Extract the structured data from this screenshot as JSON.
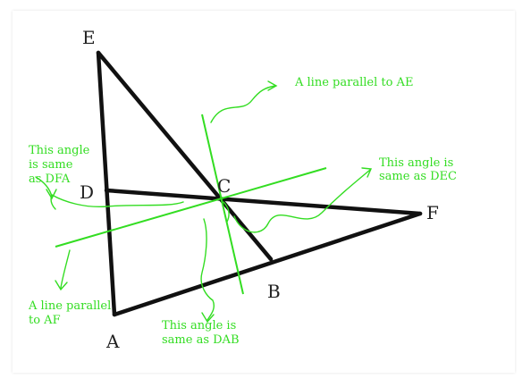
{
  "colors": {
    "figure": "#111111",
    "annotation": "#33dd22",
    "label": "#222222"
  },
  "points": {
    "E": "E",
    "D": "D",
    "C": "C",
    "F": "F",
    "B": "B",
    "A": "A"
  },
  "annotations": {
    "parallel_ae": "A line parallel to AE",
    "dfa_1": "This angle",
    "dfa_2": "is same",
    "dfa_3": "as DFA",
    "dec_1": "This angle is",
    "dec_2": "same as DEC",
    "af_1": "A line parallel",
    "af_2": "to AF",
    "dab_1": "This angle is",
    "dab_2": "same as DAB"
  }
}
